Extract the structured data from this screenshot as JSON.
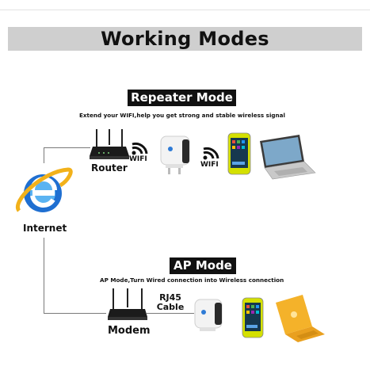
{
  "title": "Working Modes",
  "repeater": {
    "label": "Repeater Mode",
    "caption": "Extend your WIFI,help you get strong and stable wireless signal",
    "router_label": "Router",
    "wifi_label_1": "WIFI",
    "wifi_label_2": "WIFI"
  },
  "internet_label": "Internet",
  "ap": {
    "label": "AP Mode",
    "caption": "AP Mode,Turn Wired connection into Wireless connection",
    "cable_label": "RJ45\nCable",
    "modem_label": "Modem"
  },
  "icons": [
    "router-icon",
    "wifi-signal-icon",
    "repeater-device-icon",
    "phone-icon",
    "laptop-icon",
    "internet-explorer-icon",
    "modem-icon",
    "yellow-laptop-icon"
  ],
  "colors": {
    "label_bg": "#111111",
    "title_band": "#cfcfcf",
    "phone_body": "#d4e000",
    "laptop_orange": "#f4b22a",
    "ie_blue": "#1f6fd1"
  }
}
